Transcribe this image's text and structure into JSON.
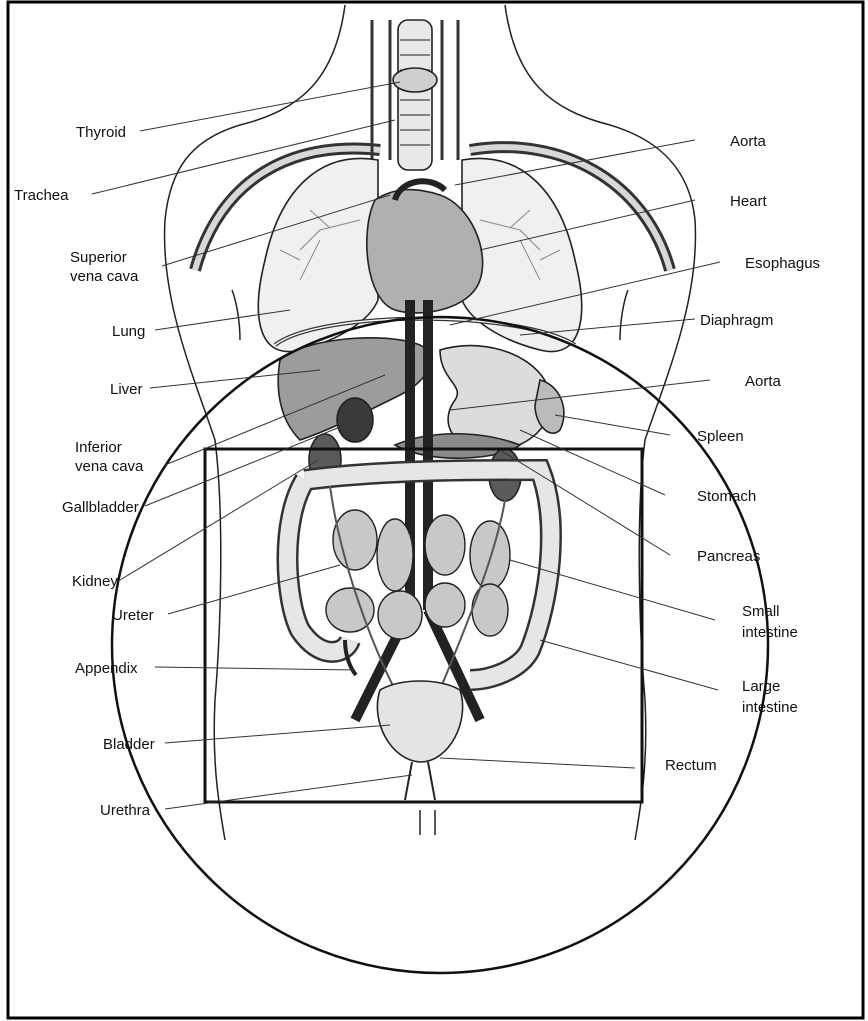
{
  "labels": {
    "thyroid": "Thyroid",
    "trachea": "Trachea",
    "superior_vena_cava_1": "Superior",
    "superior_vena_cava_2": "vena cava",
    "lung": "Lung",
    "liver": "Liver",
    "inferior_vena_cava_1": "Inferior",
    "inferior_vena_cava_2": "vena cava",
    "gallbladder": "Gallbladder",
    "kidney": "Kidney",
    "ureter": "Ureter",
    "appendix": "Appendix",
    "bladder": "Bladder",
    "urethra": "Urethra",
    "aorta_upper": "Aorta",
    "heart": "Heart",
    "esophagus": "Esophagus",
    "diaphragm": "Diaphragm",
    "aorta_lower": "Aorta",
    "spleen": "Spleen",
    "stomach": "Stomach",
    "pancreas": "Pancreas",
    "small_intestine_1": "Small",
    "small_intestine_2": "intestine",
    "large_intestine_1": "Large",
    "large_intestine_2": "intestine",
    "rectum": "Rectum"
  }
}
